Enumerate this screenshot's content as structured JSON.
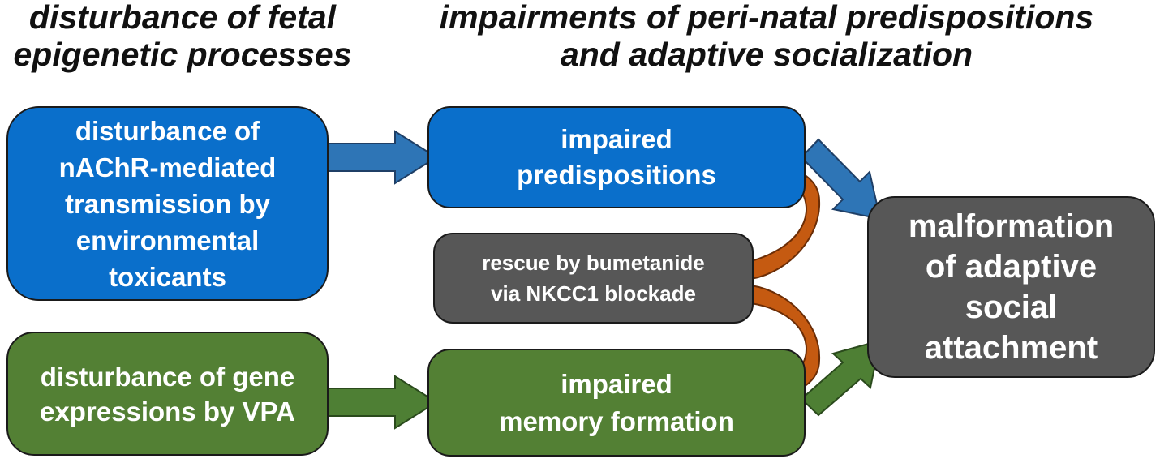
{
  "headings": {
    "left": [
      "disturbance of fetal",
      "epigenetic processes"
    ],
    "right": [
      "impairments of peri-natal predispositions",
      "and adaptive socialization"
    ]
  },
  "boxes": {
    "nachr": [
      "disturbance of",
      "nAChR-mediated",
      "transmission by",
      "environmental",
      "toxicants"
    ],
    "vpa": [
      "disturbance of gene",
      "expressions by VPA"
    ],
    "predispositions": [
      "impaired",
      "predispositions"
    ],
    "memory": [
      "impaired",
      "memory formation"
    ],
    "rescue": [
      "rescue by bumetanide",
      "via NKCC1 blockade"
    ],
    "malformation": [
      "malformation",
      "of adaptive",
      "social",
      "attachment"
    ]
  },
  "colors": {
    "blue": "#0a6fcb",
    "blue_arrow": "#2e75b6",
    "green": "#538034",
    "green_arrow": "#4e7f34",
    "dark": "#575757",
    "orange_arrow": "#c55a11"
  }
}
